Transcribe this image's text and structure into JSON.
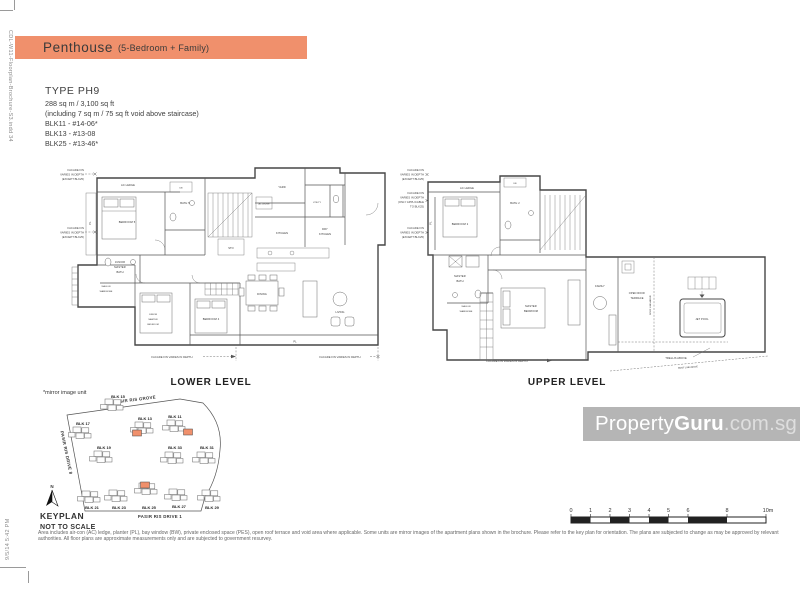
{
  "colors": {
    "accent": "#f0906c",
    "highlight": "#f0906c",
    "watermark_bg": "#b5b5b5"
  },
  "margin": {
    "file_note": "CDL-W11-Floorplan-Brochure-S3.indd   34",
    "time_note": "9/5/14   5:42 PM"
  },
  "header": {
    "title": "Penthouse",
    "subtitle": "(5-Bedroom + Family)"
  },
  "unit_info": {
    "type": "TYPE PH9",
    "area": "288 sq m / 3,100 sq ft",
    "void_note": "(including 7 sq m / 75 sq ft void above staircase)",
    "units": [
      "BLK11 - #14-06*",
      "BLK13 - #13-08",
      "BLK25 - #13-46*"
    ],
    "mirror_note": "*mirror image unit"
  },
  "levels": {
    "lower": "LOWER LEVEL",
    "upper": "UPPER LEVEL"
  },
  "rooms": {
    "ac_ledge": "AC LEDGE",
    "bedroom5": "BEDROOM 5",
    "bath5": "BATH 5",
    "db": "DB",
    "junior_master_bath": [
      "JUNIOR",
      "MASTER",
      "BATH"
    ],
    "walk_in_wardrobe": [
      "WALK-IN",
      "WARDROBE"
    ],
    "junior_master_bedroom": [
      "JUNIOR",
      "MASTER",
      "BEDROOM"
    ],
    "bedroom4": "BEDROOM 4",
    "yard": "YARD",
    "utility": "UTILITY",
    "kitchen": "KITCHEN",
    "dry_kitchen": [
      "DRY",
      "KITCHEN"
    ],
    "sto": "STO",
    "dining": "DINING",
    "living": "LIVING",
    "pl": "PL",
    "bedroom2": "BEDROOM 2",
    "bath2": "BATH 2",
    "master_bath": [
      "MASTER",
      "BATH"
    ],
    "master_bedroom": [
      "MASTER",
      "BEDROOM"
    ],
    "family": "FAMILY",
    "open_roof_terrace": [
      "OPEN ROOF",
      "TERRACE"
    ],
    "jet_pool": "JET POOL"
  },
  "notes": {
    "facade_except": [
      "FACADE FIN",
      "VARIES IN DEPTH",
      "(EXCEPT BLK25)"
    ],
    "facade_only": [
      "FACADE FIN",
      "VARIES IN DEPTH",
      "(ONLY APPLICABLE",
      "TO BLK25)"
    ],
    "facade_plain": "FACADE FIN VARIES IN DEPTH",
    "trellis": "TRELLIS ABOVE",
    "roof_line": "ROOF LINE ABOVE"
  },
  "keyplan": {
    "title": "KEYPLAN",
    "subtitle": "NOT TO SCALE",
    "north": "N",
    "streets": {
      "top": "PASIR RIS GROVE",
      "left": "PASIR RIS DRIVE 8",
      "bottom": "PASIR RIS DRIVE 1"
    },
    "blocks": [
      "BLK 15",
      "BLK 13",
      "BLK 11",
      "BLK 17",
      "BLK 19",
      "BLK 33",
      "BLK 31",
      "BLK 21",
      "BLK 23",
      "BLK 25",
      "BLK 27",
      "BLK 29"
    ]
  },
  "scale_bar": {
    "ticks": [
      "0",
      "1",
      "2",
      "3",
      "4",
      "5",
      "6",
      "8",
      "10m"
    ]
  },
  "watermark": {
    "p1": "Property",
    "p2": "Guru",
    "p3": ".com.sg"
  },
  "disclaimer": "Area includes air-con (AC) ledge, planter (PL), bay window (BW), private enclosed space (PES), open roof terrace and void area where applicable. Some units are mirror images of the apartment plans shown in the brochure. Please refer to the key plan for orientation. The plans are subjected to change as may be approved by relevant authorities. All floor plans are approximate measurements only and are subjected to government resurvey."
}
